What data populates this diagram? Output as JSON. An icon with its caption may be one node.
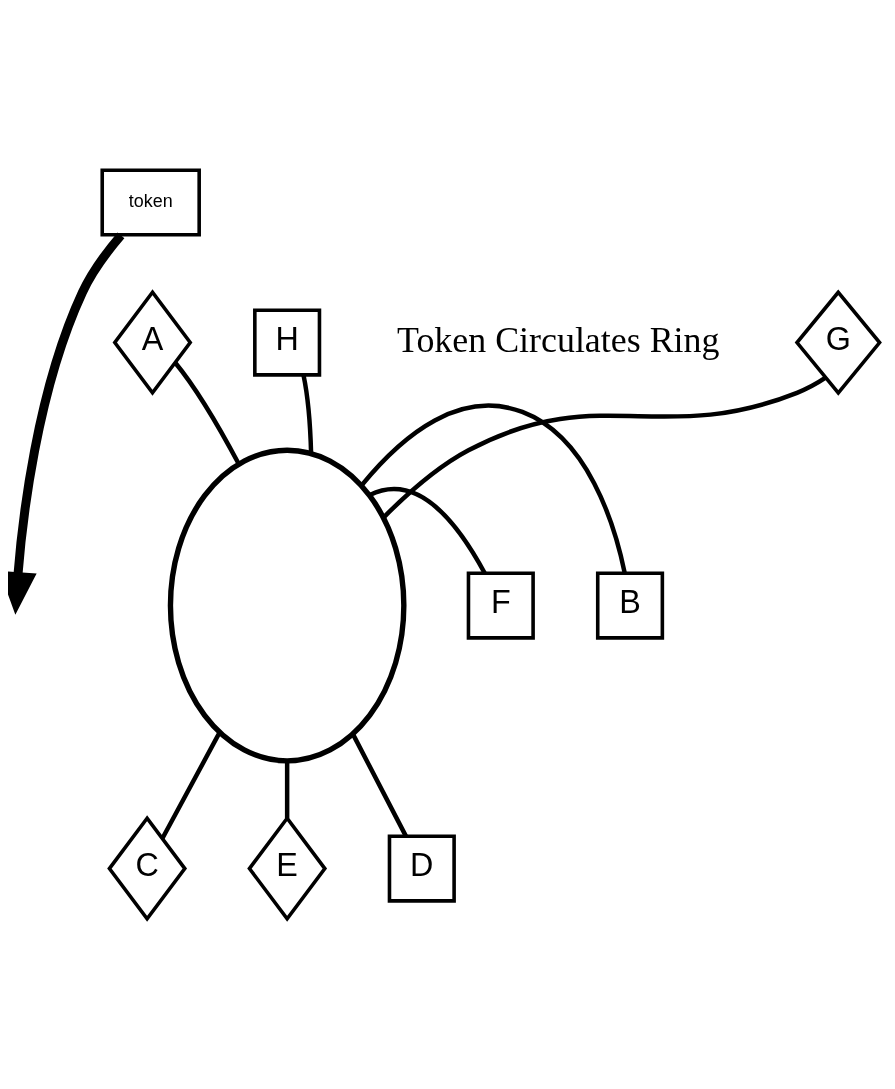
{
  "diagram": {
    "nodes": [
      {
        "text": [
          "token"
        ]
      },
      {
        "text": [
          "H"
        ]
      },
      {
        "text": [
          "A"
        ]
      },
      {
        "text": [
          "G"
        ]
      },
      {
        "text": [],
        "shape": "circle"
      },
      {
        "text": [
          "B"
        ]
      },
      {
        "text": [
          "F"
        ]
      },
      {
        "text": [
          "C"
        ]
      },
      {
        "text": [
          "E"
        ]
      },
      {
        "text": [
          "D"
        ]
      }
    ],
    "edges": [
      {
        "from": 4,
        "to": 1,
        "arrow": "none"
      },
      {
        "from": 4,
        "to": 2,
        "arrow": "none"
      },
      {
        "from": 4,
        "to": 3,
        "arrow": "none"
      },
      {
        "from": 4,
        "to": 5,
        "arrow": "none"
      },
      {
        "from": 4,
        "to": 6,
        "arrow": "none"
      },
      {
        "from": 4,
        "to": 7,
        "arrow": "none"
      },
      {
        "from": 4,
        "to": 8,
        "arrow": "none"
      },
      {
        "from": 4,
        "to": 9,
        "arrow": "none"
      },
      {
        "from": 0,
        "to": null,
        "arrow": "to",
        "style": "thick"
      }
    ],
    "labels": [
      "Token Circulates Ring"
    ]
  }
}
